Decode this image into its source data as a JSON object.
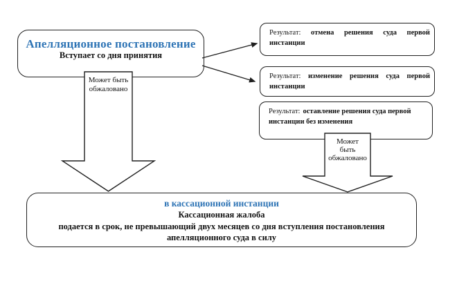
{
  "diagram": {
    "main_box": {
      "title": "Апелляционное постановление",
      "subtitle": "Вступает со дня принятия"
    },
    "result_boxes": [
      {
        "line1": "Результат: отмена решения суда первой",
        "line2": "инстанции"
      },
      {
        "line1": "Результат: изменение решения суда первой",
        "line2": "инстанции"
      },
      {
        "label": "Результат:",
        "bold": "оставление решения суда первой",
        "line2": "инстанции без изменения"
      }
    ],
    "appeal_labels": {
      "left": {
        "line1": "Может быть",
        "line2": "обжаловано"
      },
      "right": {
        "line1": "Может",
        "line2": "быть",
        "line3": "обжаловано"
      }
    },
    "bottom_box": {
      "title": "в кассационной инстанции",
      "line1": "Кассационная жалоба",
      "line2": "подается в срок, не превышающий двух месяцев со дня вступления постановления",
      "line3": "апелляционного суда в силу"
    },
    "colors": {
      "accent_blue": "#2E74B5",
      "line": "#1f1f1f",
      "background": "#ffffff"
    }
  }
}
